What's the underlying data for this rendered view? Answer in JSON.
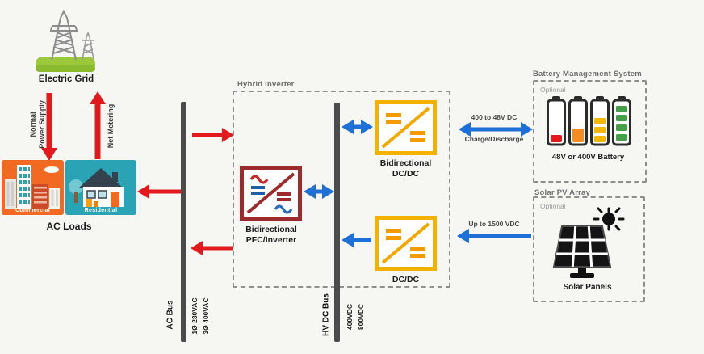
{
  "colors": {
    "arrow_red": "#e2191d",
    "arrow_blue": "#1e6fd6",
    "converter_yellow": "#f3b200",
    "converter_dark_red": "#9d2b2b",
    "bus_gray": "#4b4b4b",
    "commercial_panel_orange": "#f26a21",
    "residential_panel_teal": "#2aa3b5",
    "grass_green": "#96c93d"
  },
  "grid": {
    "label": "Electric Grid",
    "normal_supply_line1": "Normal",
    "normal_supply_line2": "Power Supply",
    "net_metering": "Net Metering"
  },
  "loads": {
    "label": "AC Loads",
    "commercial": "Commercial",
    "residential": "Residential"
  },
  "ac_bus": {
    "name": "AC Bus",
    "spec1": "1Ø 230VAC",
    "spec2": "3Ø 400VAC"
  },
  "hv_dc_bus": {
    "name": "HV DC Bus",
    "spec1": "400VDC",
    "spec2": "800VDC"
  },
  "hybrid_inverter": {
    "title": "Hybrid Inverter",
    "pfc_line1": "Bidirectional",
    "pfc_line2": "PFC/Inverter",
    "bidir_line1": "Bidirectional",
    "bidir_line2": "DC/DC",
    "dcdc_label": "DC/DC"
  },
  "battery": {
    "title": "Battery Management System",
    "optional": "Optional",
    "label": "48V or 400V Battery",
    "link_line1": "400 to 48V DC",
    "link_line2": "Charge/Discharge"
  },
  "solar": {
    "title": "Solar PV Array",
    "optional": "Optional",
    "label": "Solar Panels",
    "link_label": "Up to 1500 VDC"
  }
}
